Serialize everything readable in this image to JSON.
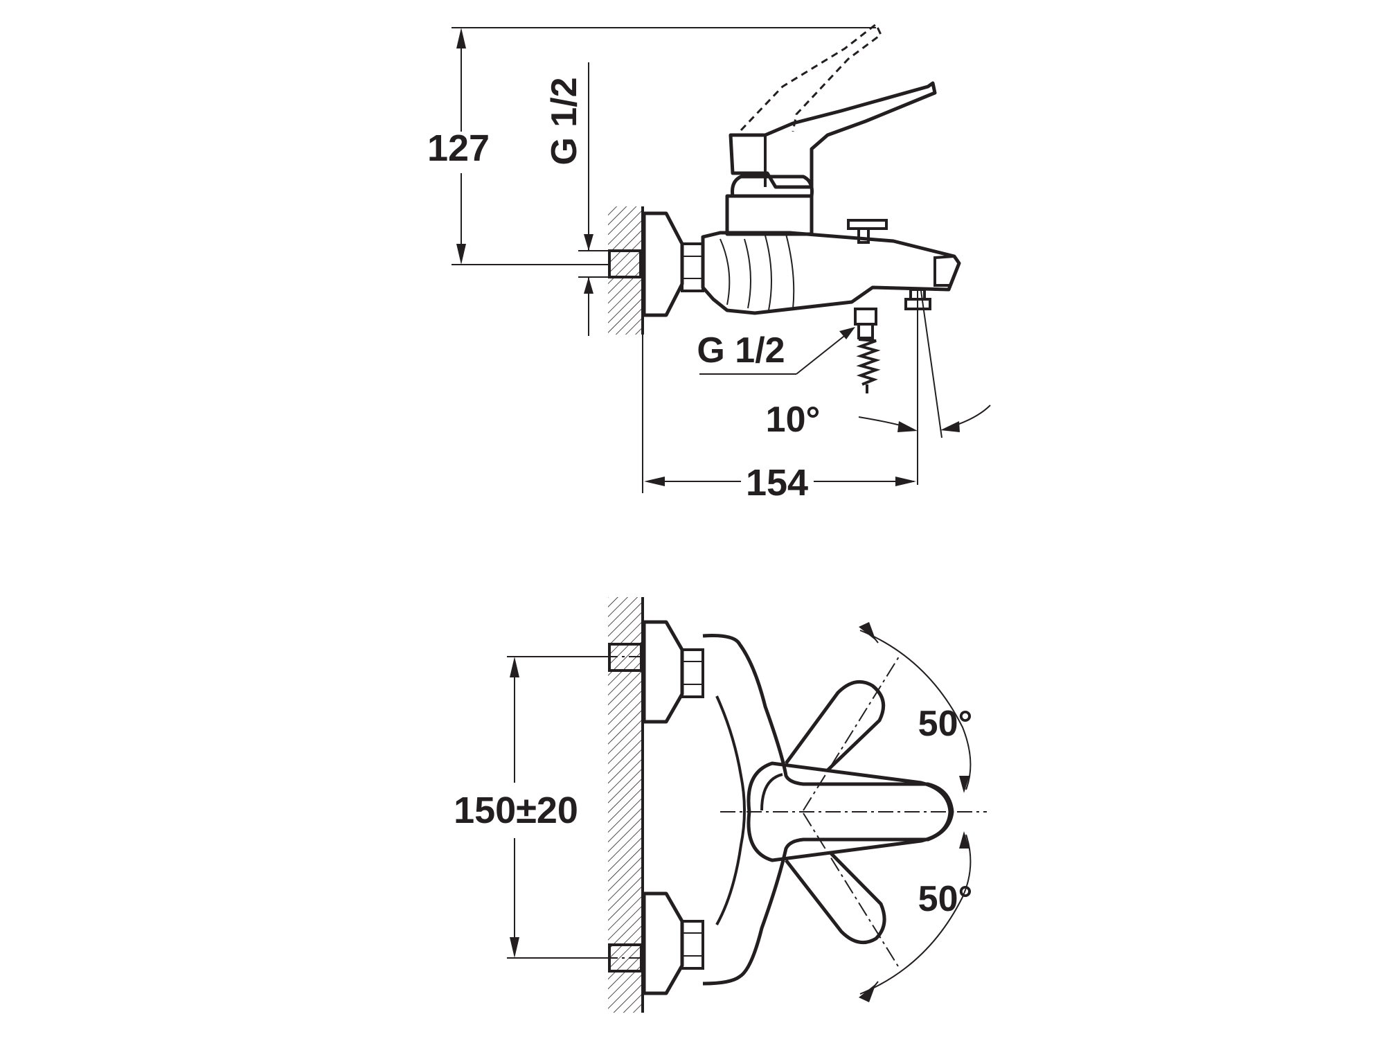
{
  "colors": {
    "ink": "#231f20",
    "background": "#ffffff"
  },
  "side_view": {
    "height_dim": "127",
    "inlet_thread": "G 1/2",
    "outlet_thread": "G 1/2",
    "spout_angle": "10°",
    "depth_dim": "154"
  },
  "top_view": {
    "center_distance": "150±20",
    "lever_angle_upper": "50°",
    "lever_angle_lower": "50°"
  }
}
